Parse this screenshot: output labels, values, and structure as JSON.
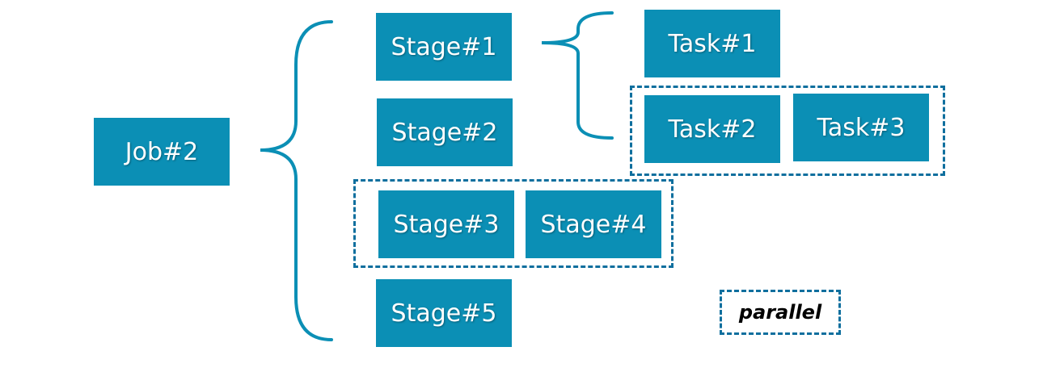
{
  "colors": {
    "box_fill": "#0b8fb5",
    "box_text": "#ffffff",
    "bracket": "#0b8fb5",
    "dashed_border": "#0f6f9e"
  },
  "job": {
    "label": "Job#2"
  },
  "stages": [
    {
      "label": "Stage#1"
    },
    {
      "label": "Stage#2"
    },
    {
      "label": "Stage#3"
    },
    {
      "label": "Stage#4"
    },
    {
      "label": "Stage#5"
    }
  ],
  "tasks": [
    {
      "label": "Task#1"
    },
    {
      "label": "Task#2"
    },
    {
      "label": "Task#3"
    }
  ],
  "legend": {
    "label": "parallel"
  }
}
